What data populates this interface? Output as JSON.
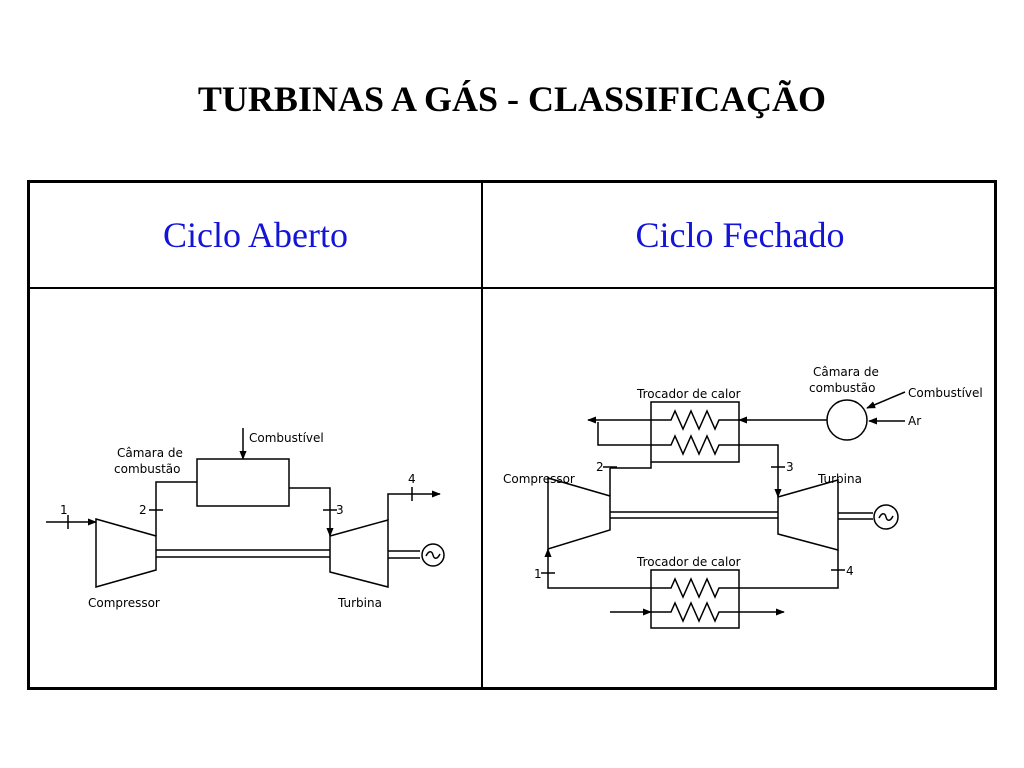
{
  "title": "TURBINAS A GÁS - CLASSIFICAÇÃO",
  "colors": {
    "header_text": "#1414d8",
    "ink": "#000000"
  },
  "table": {
    "left_header": "Ciclo Aberto",
    "right_header": "Ciclo Fechado"
  },
  "open_cycle": {
    "fuel_label": "Combustível",
    "chamber_label_1": "Câmara de",
    "chamber_label_2": "combustão",
    "compressor_label": "Compressor",
    "turbine_label": "Turbina",
    "point_1": "1",
    "point_2": "2",
    "point_3": "3",
    "point_4": "4",
    "generator_icon": "tilde-generator-icon"
  },
  "closed_cycle": {
    "heat_exchanger_top_label": "Trocador de calor",
    "heat_exchanger_bottom_label": "Trocador de calor",
    "chamber_label_1": "Câmara de",
    "chamber_label_2": "combustão",
    "fuel_label": "Combustível",
    "air_label": "Ar",
    "compressor_label": "Compressor",
    "turbine_label": "Turbina",
    "point_1": "1",
    "point_2": "2",
    "point_3": "3",
    "point_4": "4",
    "generator_icon": "tilde-generator-icon"
  }
}
